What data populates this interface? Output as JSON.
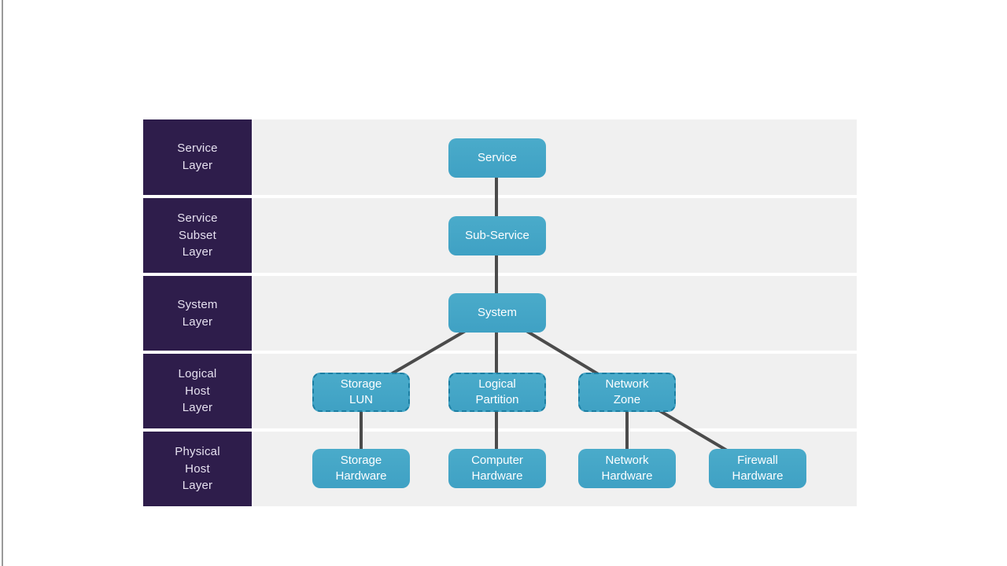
{
  "canvas": {
    "background_color": "#ffffff",
    "left_border_color": "#9a9a9a"
  },
  "diagram": {
    "title_semantic": "service-to-hardware-layered-architecture",
    "colors": {
      "layer_label_background": "#2e1d4b",
      "layer_label_text": "#e6e1f0",
      "row_band_background": "#f0f0f0",
      "node_fill": "#43a6c8",
      "node_text": "#fdfeff",
      "node_dashed_border": "#1c7fa3",
      "connector_line": "#4b4b4b"
    },
    "layers": [
      {
        "label": "Service\nLayer"
      },
      {
        "label": "Service\nSubset\nLayer"
      },
      {
        "label": "System\nLayer"
      },
      {
        "label": "Logical\nHost\nLayer"
      },
      {
        "label": "Physical\nHost\nLayer"
      }
    ],
    "nodes": [
      {
        "id": "service",
        "label": "Service",
        "style": "solid",
        "layer": "Service Layer"
      },
      {
        "id": "sub-service",
        "label": "Sub-Service",
        "style": "solid",
        "layer": "Service Subset Layer"
      },
      {
        "id": "system",
        "label": "System",
        "style": "solid",
        "layer": "System Layer"
      },
      {
        "id": "storage-lun",
        "label": "Storage\nLUN",
        "style": "dashed",
        "layer": "Logical Host Layer"
      },
      {
        "id": "logical-partition",
        "label": "Logical\nPartition",
        "style": "dashed",
        "layer": "Logical Host Layer"
      },
      {
        "id": "network-zone",
        "label": "Network\nZone",
        "style": "dashed",
        "layer": "Logical Host Layer"
      },
      {
        "id": "storage-hardware",
        "label": "Storage\nHardware",
        "style": "solid",
        "layer": "Physical Host Layer"
      },
      {
        "id": "computer-hardware",
        "label": "Computer\nHardware",
        "style": "solid",
        "layer": "Physical Host Layer"
      },
      {
        "id": "network-hardware",
        "label": "Network\nHardware",
        "style": "solid",
        "layer": "Physical Host Layer"
      },
      {
        "id": "firewall-hardware",
        "label": "Firewall\nHardware",
        "style": "solid",
        "layer": "Physical Host Layer"
      }
    ],
    "edges": [
      [
        "service",
        "sub-service"
      ],
      [
        "sub-service",
        "system"
      ],
      [
        "system",
        "storage-lun"
      ],
      [
        "system",
        "logical-partition"
      ],
      [
        "system",
        "network-zone"
      ],
      [
        "storage-lun",
        "storage-hardware"
      ],
      [
        "logical-partition",
        "computer-hardware"
      ],
      [
        "network-zone",
        "network-hardware"
      ],
      [
        "network-zone",
        "firewall-hardware"
      ]
    ]
  }
}
